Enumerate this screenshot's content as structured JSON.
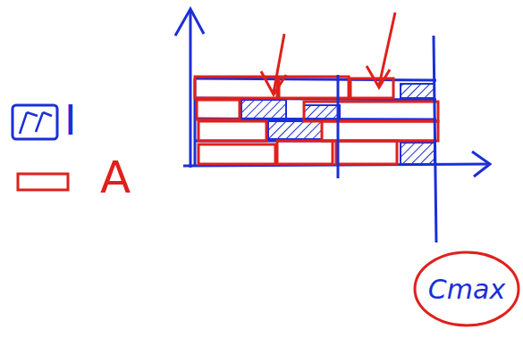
{
  "diagram": {
    "nodes": [
      {
        "text": [
          "Cmax"
        ]
      }
    ],
    "legend": [
      {
        "text": "I"
      },
      {
        "text": "A"
      }
    ]
  }
}
